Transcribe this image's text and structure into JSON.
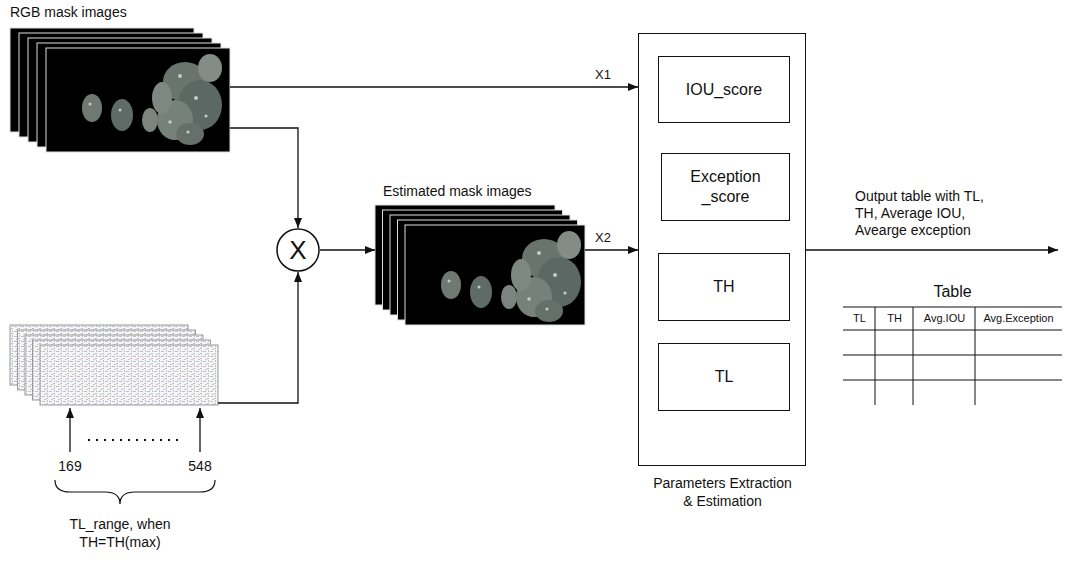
{
  "diagram": {
    "nodes": [
      {
        "text": [
          "RGB mask images"
        ]
      },
      {
        "text": [
          "TL_range, when TH=TH(max)"
        ]
      },
      {
        "text": [
          "X"
        ]
      },
      {
        "text": [
          "Estimated mask images"
        ]
      },
      {
        "text": [
          "Parameters Extraction & Estimation"
        ]
      },
      {
        "text": [
          "IOU_score"
        ],
        "in": 4
      },
      {
        "text": [
          "Exception _score"
        ],
        "in": 4
      },
      {
        "text": [
          "TH"
        ],
        "in": 4
      },
      {
        "text": [
          "TL"
        ],
        "in": 4
      },
      {
        "text": [
          "Table"
        ]
      }
    ],
    "edges": [
      {
        "from": 0,
        "to": 4,
        "arrow": "to",
        "label": "X1"
      },
      {
        "from": 0,
        "to": 2,
        "arrow": "to"
      },
      {
        "from": 1,
        "to": 2,
        "arrow": "to"
      },
      {
        "from": 2,
        "to": 3,
        "arrow": "to"
      },
      {
        "from": 3,
        "to": 4,
        "arrow": "to",
        "label": "X2"
      }
    ],
    "labels": [
      "Output table with TL, TH, Average IOU, Avearge exception",
      "TL",
      "TH",
      "Avg.IOU",
      "Avg.Exception",
      "169",
      "548"
    ]
  }
}
